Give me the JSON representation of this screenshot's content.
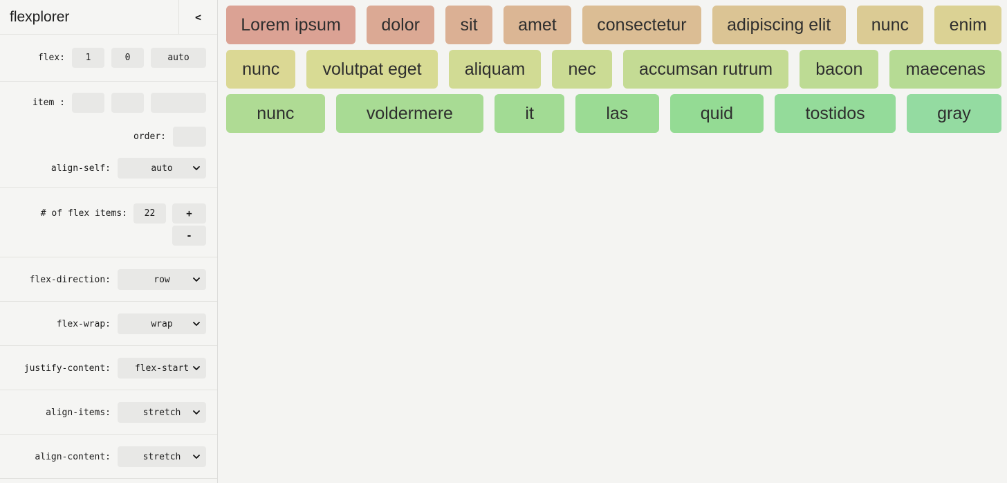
{
  "app": {
    "title": "flexplorer",
    "collapse_icon": "<"
  },
  "controls": {
    "flex": {
      "label": "flex:",
      "grow": "1",
      "shrink": "0",
      "basis": "auto"
    },
    "item": {
      "label": "item :",
      "grow": "",
      "shrink": "",
      "basis": ""
    },
    "order": {
      "label": "order:",
      "value": ""
    },
    "align_self": {
      "label": "align-self:",
      "value": "auto"
    },
    "count": {
      "label": "# of flex items:",
      "value": "22",
      "plus": "+",
      "minus": "-"
    },
    "flex_direction": {
      "label": "flex-direction:",
      "value": "row"
    },
    "flex_wrap": {
      "label": "flex-wrap:",
      "value": "wrap"
    },
    "justify_content": {
      "label": "justify-content:",
      "value": "flex-start"
    },
    "align_items": {
      "label": "align-items:",
      "value": "stretch"
    },
    "align_content": {
      "label": "align-content:",
      "value": "stretch"
    }
  },
  "flex_area": {
    "rows": [
      {
        "items": [
          {
            "label": "Lorem ipsum",
            "color": "#dba294"
          },
          {
            "label": "dolor",
            "color": "#dba994"
          },
          {
            "label": "sit",
            "color": "#dbb094"
          },
          {
            "label": "amet",
            "color": "#dbb694"
          },
          {
            "label": "consectetur",
            "color": "#dbbd94"
          },
          {
            "label": "adipiscing elit",
            "color": "#dbc494"
          },
          {
            "label": "nunc",
            "color": "#dbcb94"
          },
          {
            "label": "enim",
            "color": "#dbd294"
          }
        ]
      },
      {
        "items": [
          {
            "label": "nunc",
            "color": "#dbd894"
          },
          {
            "label": "volutpat eget",
            "color": "#d8db94"
          },
          {
            "label": "aliquam",
            "color": "#d1db94"
          },
          {
            "label": "nec",
            "color": "#cbdb94"
          },
          {
            "label": "accumsan rutrum",
            "color": "#c4db94"
          },
          {
            "label": "bacon",
            "color": "#bddb94"
          },
          {
            "label": "maecenas",
            "color": "#b6db94"
          }
        ]
      },
      {
        "items": [
          {
            "label": "nunc",
            "color": "#afdb94"
          },
          {
            "label": "voldermere",
            "color": "#a8db94"
          },
          {
            "label": "it",
            "color": "#a2db94"
          },
          {
            "label": "las",
            "color": "#9bdb94"
          },
          {
            "label": "quid",
            "color": "#94db94"
          },
          {
            "label": "tostidos",
            "color": "#94db9a"
          },
          {
            "label": "gray",
            "color": "#94dba1"
          }
        ]
      }
    ]
  }
}
